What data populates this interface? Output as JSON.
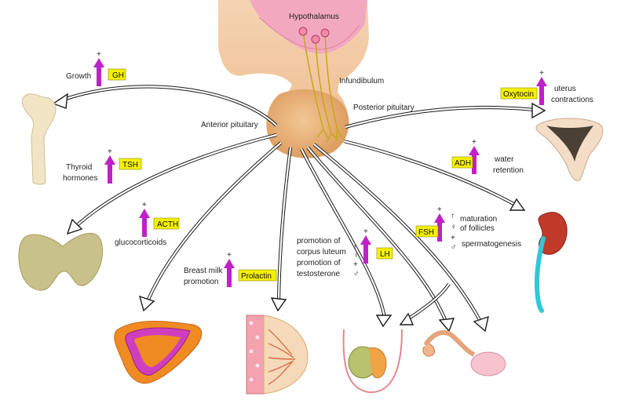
{
  "labels": {
    "hypothalamus": "Hypothalamus",
    "infundibulum": "Infundibulum",
    "posterior_pituitary": "Posterior pituitary",
    "anterior_pituitary": "Anterior pituitary"
  },
  "hormones": {
    "gh": {
      "tag": "GH",
      "effect": [
        "Growth"
      ]
    },
    "tsh": {
      "tag": "TSH",
      "effect": [
        "Thyroid",
        "hormones"
      ]
    },
    "acth": {
      "tag": "ACTH",
      "effect": [
        "glucocorticoids"
      ]
    },
    "prolactin": {
      "tag": "Prolactin",
      "effect": [
        "Breast milk",
        "promotion"
      ]
    },
    "lh": {
      "tag": "LH",
      "effect_female": [
        "promotion of",
        "corpus luteum"
      ],
      "effect_male": [
        "promotion of",
        "testosterone"
      ]
    },
    "fsh": {
      "tag": "FSH",
      "effect_female": [
        "maturation",
        "of follicles"
      ],
      "effect_male": [
        "spermatogenesis"
      ]
    },
    "adh": {
      "tag": "ADH",
      "effect": [
        "water",
        "retention"
      ]
    },
    "oxytocin": {
      "tag": "Oxytocin",
      "effect": [
        "uterus",
        "contractions"
      ]
    }
  },
  "symbols": {
    "plus": "+",
    "female": "♀",
    "male": "♂"
  },
  "colors": {
    "up_arrow": "#c020c8",
    "tag_fill": "#f4f000",
    "hypothalamus": "#f2a9c0",
    "pituitary": "#eab27a",
    "kidney": "#c23a2a",
    "ureter": "#30c8d8"
  },
  "icons": [
    "bone",
    "thyroid",
    "adrenal",
    "breast",
    "testis",
    "ovary",
    "uterus",
    "kidney"
  ]
}
